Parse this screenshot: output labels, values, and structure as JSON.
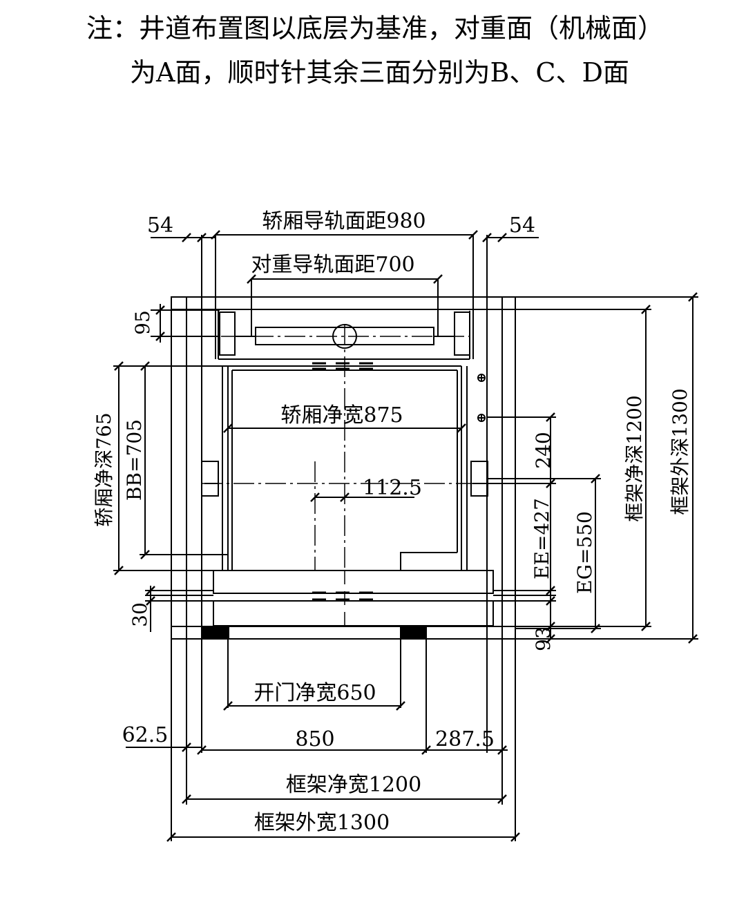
{
  "note": {
    "line1": "注：井道布置图以底层为基准，对重面（机械面）",
    "line2": "为A面，顺时针其余三面分别为B、C、D面"
  },
  "dims": {
    "car_rail_distance": "轿厢导轨面距980",
    "cw_rail_distance": "对重导轨面距700",
    "left_54": "54",
    "right_54": "54",
    "d95": "95",
    "car_clear_width": "轿厢净宽875",
    "car_clear_depth": "轿厢净深765",
    "bb": "BB=705",
    "offset": "112.5",
    "d240": "240",
    "ee": "EE=427",
    "eg": "EG=550",
    "frame_clear_depth": "框架净深1200",
    "frame_outer_depth": "框架外深1300",
    "d30": "30",
    "d93": "93",
    "door_clear_width": "开门净宽650",
    "d62_5": "62.5",
    "d850": "850",
    "d287_5": "287.5",
    "frame_clear_width": "框架净宽1200",
    "frame_outer_width": "框架外宽1300"
  }
}
